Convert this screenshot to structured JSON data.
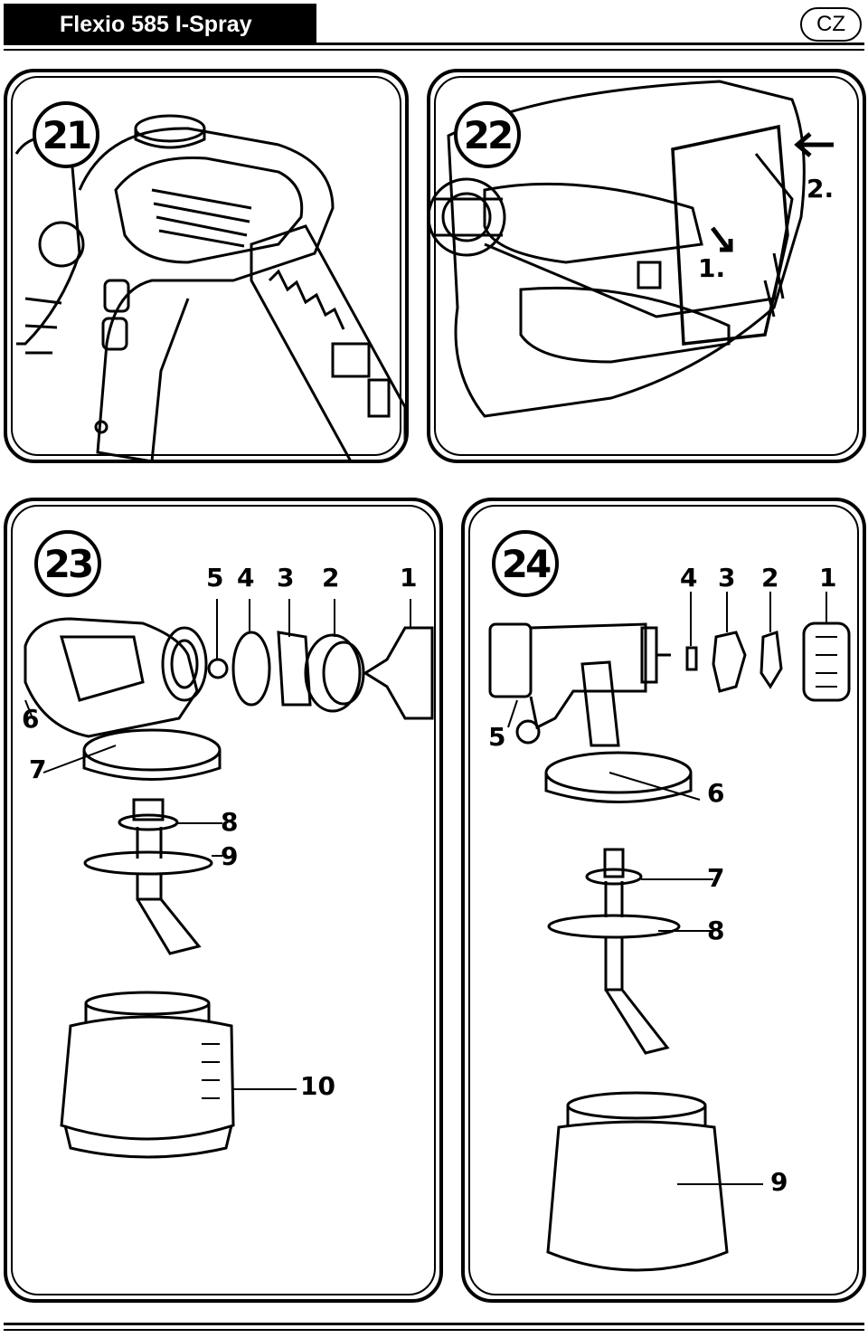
{
  "header": {
    "title": "Flexio 585 I-Spray",
    "lang_badge": "CZ"
  },
  "panels": {
    "p21": {
      "step": "21"
    },
    "p22": {
      "step": "22",
      "callout1": "1.",
      "callout2": "2."
    },
    "p23": {
      "step": "23",
      "labels": [
        "5",
        "4",
        "3",
        "2",
        "1",
        "6",
        "7",
        "8",
        "9",
        "10"
      ]
    },
    "p24": {
      "step": "24",
      "labels": [
        "4",
        "3",
        "2",
        "1",
        "5",
        "6",
        "7",
        "8",
        "9"
      ]
    }
  }
}
